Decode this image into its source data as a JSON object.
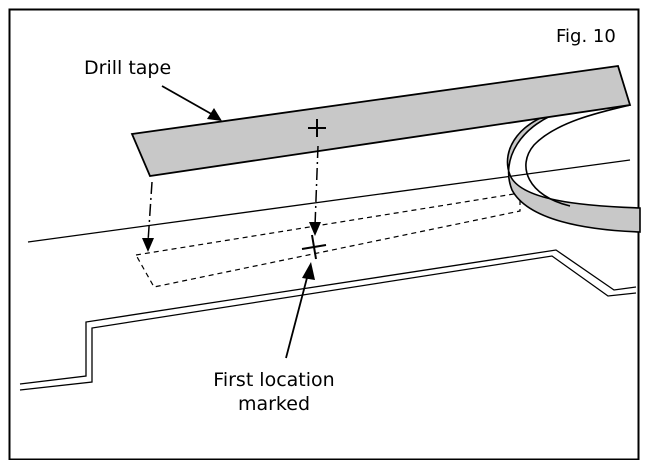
{
  "figure_label": "Fig. 10",
  "labels": {
    "drill_tape": "Drill tape",
    "first_location_line1": "First location",
    "first_location_line2": "marked"
  },
  "colors": {
    "tape_fill": "#c8c8c8",
    "line": "#000000",
    "background": "#ffffff",
    "border": "#000000"
  }
}
